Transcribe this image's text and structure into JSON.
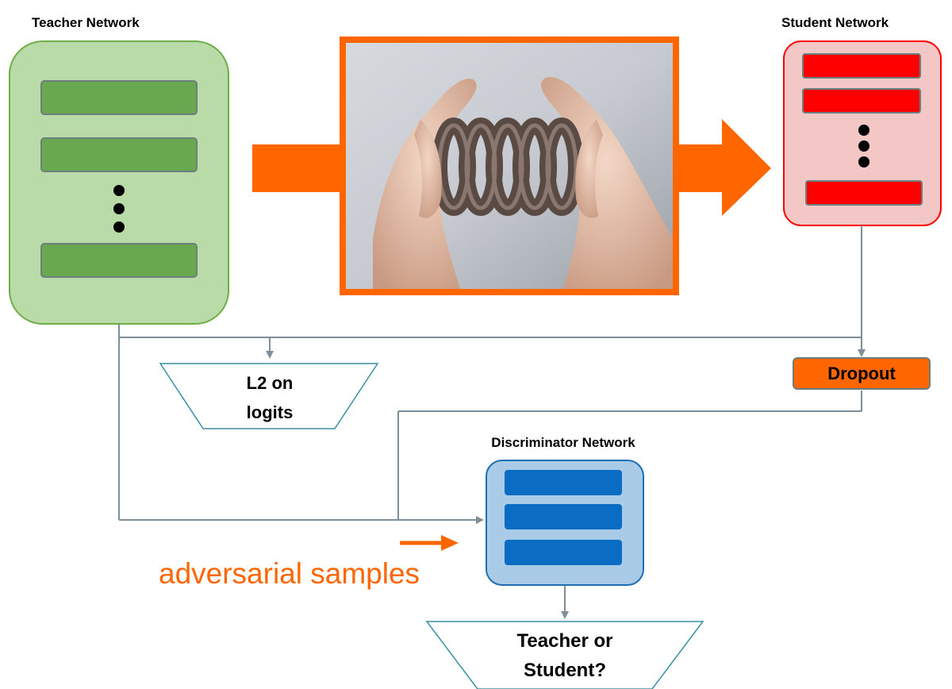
{
  "teacher": {
    "title": "Teacher Network"
  },
  "student": {
    "title": "Student Network"
  },
  "discriminator": {
    "title": "Discriminator Network"
  },
  "loss": {
    "line1": "L2 on",
    "line2": "logits"
  },
  "dropout": {
    "label": "Dropout"
  },
  "adversarial": {
    "label": "adversarial samples"
  },
  "output": {
    "line1": "Teacher or",
    "line2": "Student?"
  },
  "image": {
    "description": "hands compressing a spring"
  },
  "colors": {
    "teacher_fill": "#b8dba8",
    "teacher_layer": "#6aa84f",
    "student_fill": "#f4c7c7",
    "student_layer": "#ff0000",
    "disc_fill": "#a9cbe8",
    "disc_layer": "#0b6cc4",
    "accent_orange": "#ff6600",
    "connector": "#7f8f99"
  }
}
